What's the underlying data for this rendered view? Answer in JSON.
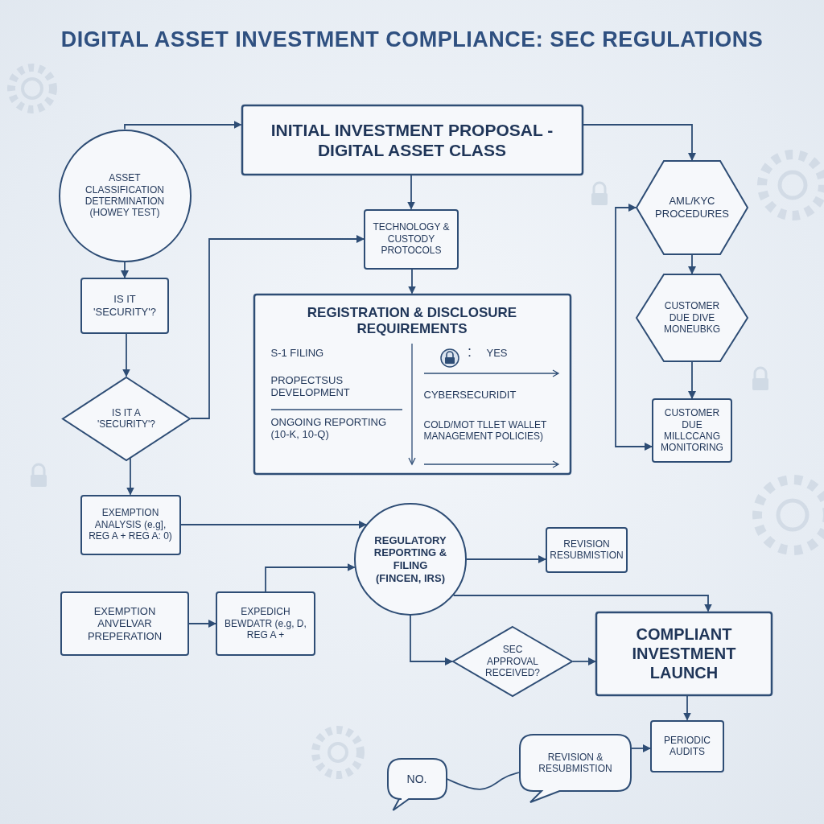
{
  "diagram": {
    "title": "DIGITAL ASSET INVESTMENT COMPLIANCE: SEC REGULATIONS",
    "nodes": [
      {
        "text": [
          "INITIAL INVESTMENT PROPOSAL - DIGITAL ASSET CLASS"
        ]
      },
      {
        "text": [
          "ASSET CLASSIFICATION DETERMINATION (HOWEY TEST)"
        ]
      },
      {
        "text": [
          "AML/KYC PROCEDURES"
        ]
      },
      {
        "text": [
          "TECHNOLOGY & CUSTODY PROTOCOLS"
        ]
      },
      {
        "text": [
          "IS IT 'SECURITY'?"
        ]
      },
      {
        "text": [
          "REGISTRATION & DISCLOSURE REQUIREMENTS",
          "S-1 FILING",
          "PROPECTSUS DEVELOPMENT",
          "ONGOING REPORTING (10-K, 10-Q)",
          ":",
          "YES",
          "CYBERSECURIDIT",
          "COLD/MOT TLLET WALLET MANAGEMENT POLICIES)"
        ]
      },
      {
        "text": [
          "CUSTOMER DUE DIVE MONEUBKG"
        ]
      },
      {
        "text": [
          "IS IT A 'SECURITY'?"
        ]
      },
      {
        "text": [
          "CUSTOMER DUE MILLCCANG MONITORING"
        ]
      },
      {
        "text": [
          "EXEMPTION ANALYSIS (e.g], REG A + REG A: 0)"
        ]
      },
      {
        "text": [
          "REGULATORY REPORTING & FILING (FINCEN, IRS)"
        ]
      },
      {
        "text": [
          "REVISION RESUBMISTION"
        ]
      },
      {
        "text": [
          "EXEMPTION ANVELVAR PREPERATION"
        ]
      },
      {
        "text": [
          "EXPEDICH BEWDATR (e.g, D, REG A +"
        ]
      },
      {
        "text": [
          "SEC APPROVAL RECEIVED?"
        ]
      },
      {
        "text": [
          "COMPLIANT INVESTMENT LAUNCH"
        ]
      },
      {
        "text": [
          "NO."
        ]
      },
      {
        "text": [
          "REVISION & RESUBMISTION"
        ]
      },
      {
        "text": [
          "PERIODIC AUDITS"
        ]
      }
    ],
    "edges": [
      {
        "from": 1,
        "to": 0,
        "arrow": "to"
      },
      {
        "from": 0,
        "to": 2,
        "arrow": "to"
      },
      {
        "from": 0,
        "to": 3,
        "arrow": "to"
      },
      {
        "from": 3,
        "to": 5,
        "arrow": "to"
      },
      {
        "from": 1,
        "to": 4,
        "arrow": "to"
      },
      {
        "from": 4,
        "to": 7,
        "arrow": "to"
      },
      {
        "from": 7,
        "to": 3,
        "arrow": "to"
      },
      {
        "from": 7,
        "to": 9,
        "arrow": "to"
      },
      {
        "from": 2,
        "to": 6,
        "arrow": "to"
      },
      {
        "from": 6,
        "to": 8,
        "arrow": "to"
      },
      {
        "from": 2,
        "to": 8,
        "arrow": "both"
      },
      {
        "from": 9,
        "to": 10,
        "arrow": "to"
      },
      {
        "from": 12,
        "to": 13,
        "arrow": "to"
      },
      {
        "from": 13,
        "to": 10,
        "arrow": "to"
      },
      {
        "from": 10,
        "to": 11,
        "arrow": "to"
      },
      {
        "from": 10,
        "to": 15,
        "arrow": "to"
      },
      {
        "from": 10,
        "to": 14,
        "arrow": "to"
      },
      {
        "from": 14,
        "to": 15,
        "arrow": "to"
      },
      {
        "from": 15,
        "to": 18,
        "arrow": "to"
      },
      {
        "from": 16,
        "to": 17,
        "arrow": "none"
      },
      {
        "from": 17,
        "to": 18,
        "arrow": "to"
      }
    ]
  }
}
